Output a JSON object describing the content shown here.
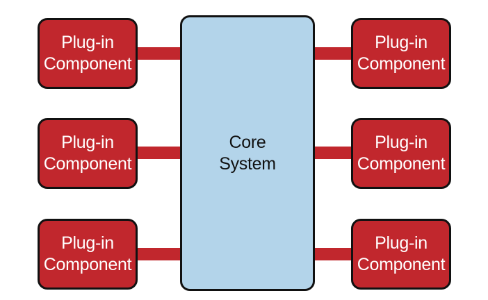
{
  "colors": {
    "plugin_fill": "#c1272d",
    "core_fill": "#b3d4ea",
    "outline": "#111111"
  },
  "core": {
    "line1": "Core",
    "line2": "System"
  },
  "plugins": [
    {
      "line1": "Plug-in",
      "line2": "Component"
    },
    {
      "line1": "Plug-in",
      "line2": "Component"
    },
    {
      "line1": "Plug-in",
      "line2": "Component"
    },
    {
      "line1": "Plug-in",
      "line2": "Component"
    },
    {
      "line1": "Plug-in",
      "line2": "Component"
    },
    {
      "line1": "Plug-in",
      "line2": "Component"
    }
  ]
}
